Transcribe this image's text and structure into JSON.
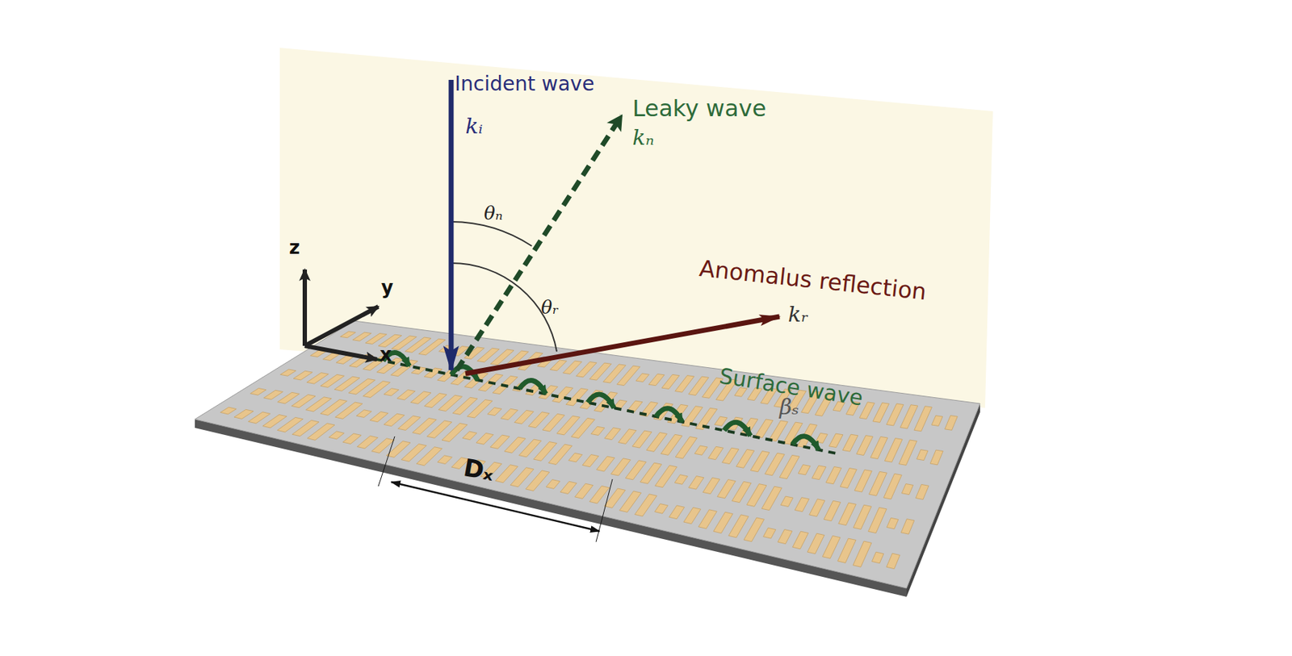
{
  "diagram": {
    "labels": [
      "Incident wave",
      "kᵢ",
      "Leaky wave",
      "kₙ",
      "θₙ",
      "θᵣ",
      "Anomalus reflection",
      "kᵣ",
      "Surface wave",
      "βₛ",
      "z",
      "y",
      "x",
      "Dₓ"
    ]
  }
}
